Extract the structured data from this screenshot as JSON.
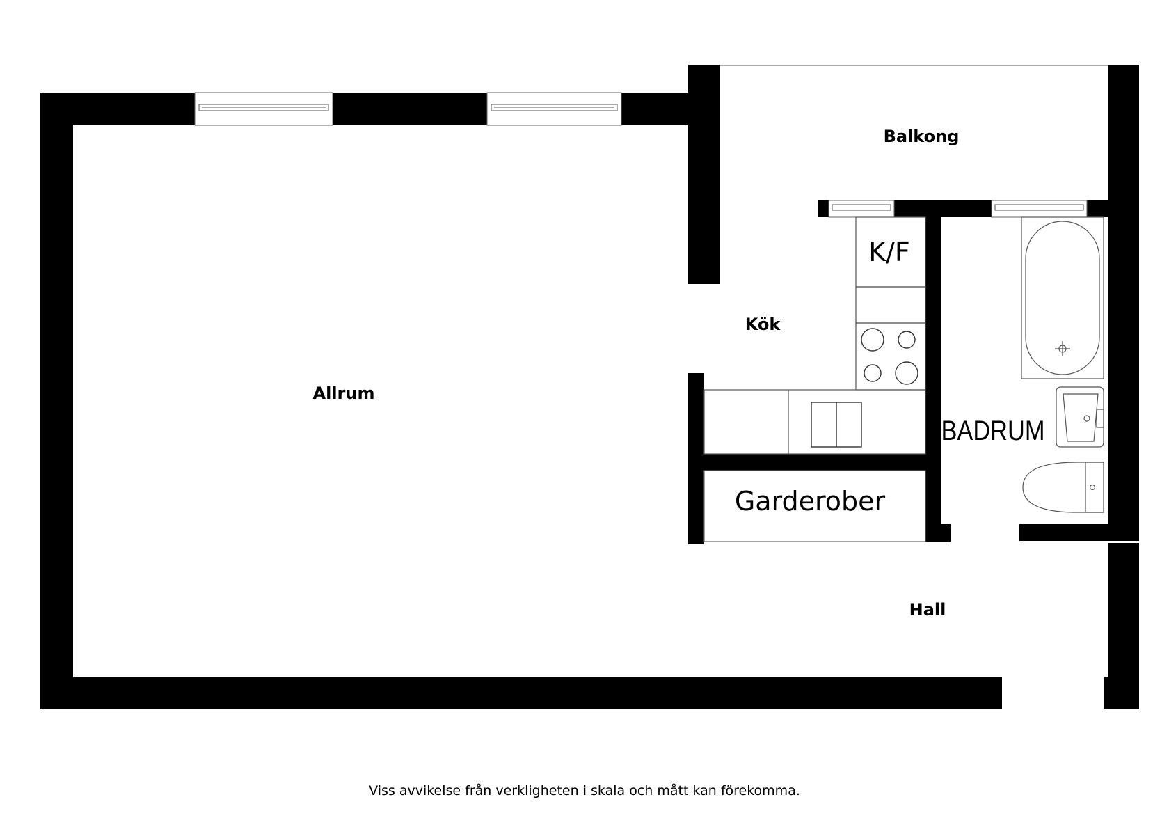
{
  "rooms": {
    "allrum": "Allrum",
    "balkong": "Balkong",
    "kok": "Kök",
    "kf": "K/F",
    "badrum": "BADRUM",
    "garderober": "Garderober",
    "hall": "Hall"
  },
  "disclaimer": "Viss avvikelse från verkligheten i skala och mått kan förekomma."
}
